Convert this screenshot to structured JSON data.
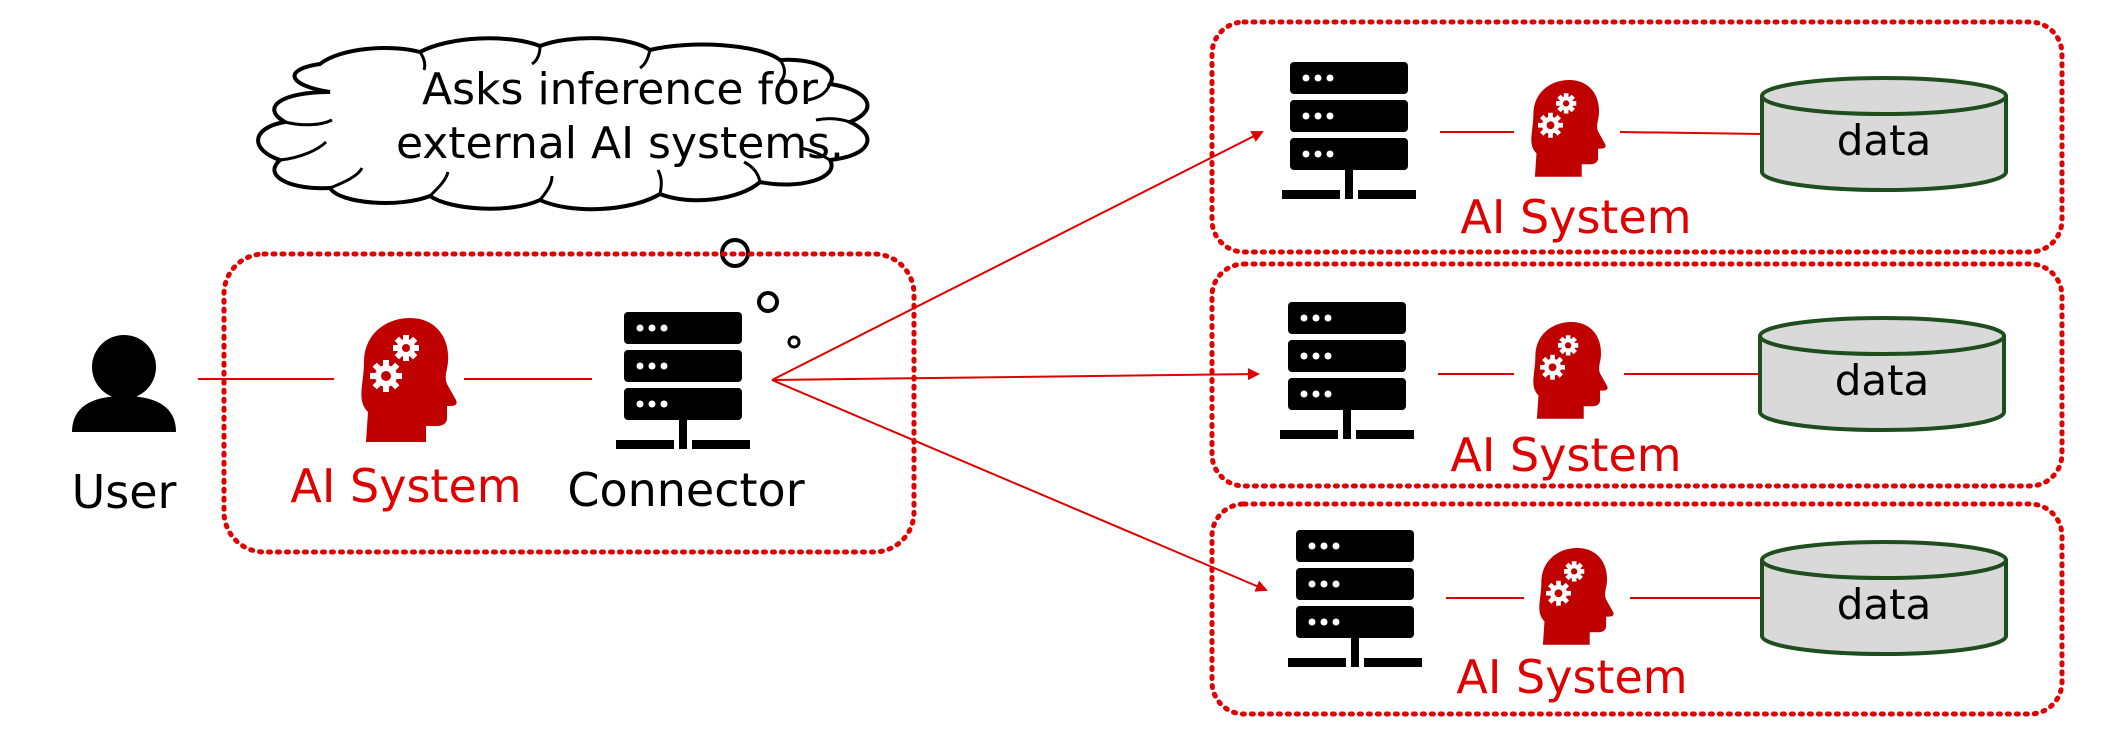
{
  "cloud": {
    "line1": "Asks inference for",
    "line2": "external AI systems."
  },
  "user": {
    "label": "User"
  },
  "local_ai": {
    "label": "AI System"
  },
  "connector": {
    "label": "Connector"
  },
  "external_systems": [
    {
      "ai_label": "AI System",
      "data_label": "data"
    },
    {
      "ai_label": "AI System",
      "data_label": "data"
    },
    {
      "ai_label": "AI System",
      "data_label": "data"
    }
  ],
  "colors": {
    "accent_red": "#e00000",
    "icon_red": "#c00000",
    "black": "#000000",
    "db_fill": "#d9d9d9",
    "db_stroke": "#1e4d1e"
  }
}
